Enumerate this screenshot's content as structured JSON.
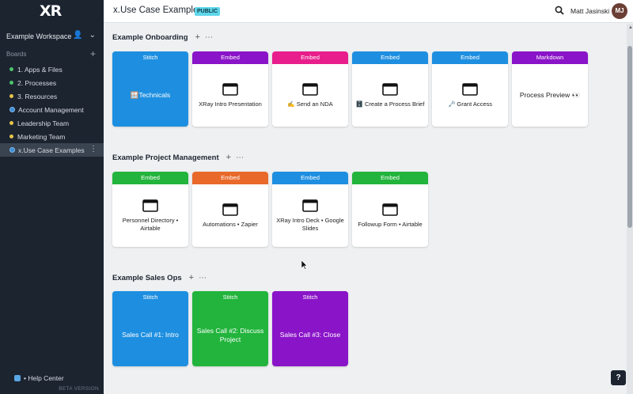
{
  "sidebar": {
    "logo": "XR",
    "workspace": "Example Workspace",
    "boards_label": "Boards",
    "boards": [
      {
        "label": "1. Apps & Files",
        "dot": "#4cc46a"
      },
      {
        "label": "2. Processes",
        "dot": "#4cc46a"
      },
      {
        "label": "3. Resources",
        "dot": "#e6c44a"
      },
      {
        "label": "Account Management",
        "dot": "globe"
      },
      {
        "label": "Leadership Team",
        "dot": "#e6c44a"
      },
      {
        "label": "Marketing Team",
        "dot": "#e6c44a"
      },
      {
        "label": "x.Use Case Examples",
        "dot": "globe"
      }
    ],
    "help": "• Help Center",
    "beta": "BETA VERSION"
  },
  "topbar": {
    "title": "x.Use Case Examples",
    "badge": "PUBLIC",
    "user": "Matt Jasinski",
    "avatar": "MJ"
  },
  "sections": [
    {
      "title": "Example Onboarding",
      "cards": [
        {
          "type": "Stitch",
          "color": "#1e8fe0",
          "text": "🪟Technicals",
          "solid": true
        },
        {
          "type": "Embed",
          "color": "#8a14c8",
          "text": "XRay Intro Presentation"
        },
        {
          "type": "Embed",
          "color": "#e81e8c",
          "text": "✍️ Send an NDA"
        },
        {
          "type": "Embed",
          "color": "#1e8fe0",
          "text": "🗄️ Create a Process Brief"
        },
        {
          "type": "Embed",
          "color": "#1e8fe0",
          "text": "🗝️ Grant Access"
        },
        {
          "type": "Markdown",
          "color": "#8a14c8",
          "text": "Process Preview 👀",
          "plain": true
        }
      ]
    },
    {
      "title": "Example Project Management",
      "cards": [
        {
          "type": "Embed",
          "color": "#22b43c",
          "text": "Personnel Directory • Airtable"
        },
        {
          "type": "Embed",
          "color": "#e8692a",
          "text": "Automations • Zapier"
        },
        {
          "type": "Embed",
          "color": "#1e8fe0",
          "text": "XRay Intro Deck • Google Slides"
        },
        {
          "type": "Embed",
          "color": "#22b43c",
          "text": "Followup Form • Airtable"
        }
      ]
    },
    {
      "title": "Example Sales Ops",
      "cards": [
        {
          "type": "Stitch",
          "color": "#1e8fe0",
          "text": "Sales Call #1: Intro",
          "solid": true
        },
        {
          "type": "Stitch",
          "color": "#22b43c",
          "text": "Sales Call #2: Discuss Project",
          "solid": true
        },
        {
          "type": "Stitch",
          "color": "#8a14c8",
          "text": "Sales Call #3: Close",
          "solid": true
        }
      ]
    }
  ],
  "help_button": "?"
}
